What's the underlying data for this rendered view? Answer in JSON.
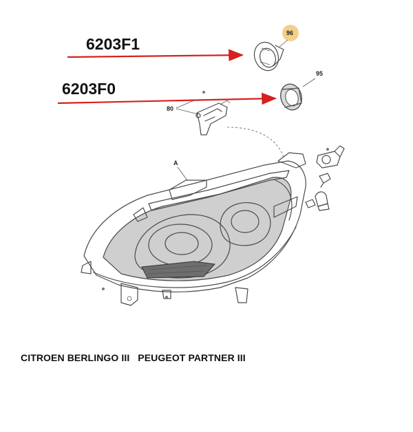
{
  "diagram": {
    "part_codes": {
      "upper": "6203F1",
      "lower": "6203F0"
    },
    "callouts": {
      "cap_96": "96",
      "ring_95": "95",
      "bracket_80": "80",
      "headlamp_a": "A"
    },
    "caption": "CITROEN BERLINGO III   PEUGEOT PARTNER III",
    "colors": {
      "arrow": "#d62020",
      "highlight_96": "#f5cf8a",
      "linework": "#4a4a4a"
    }
  }
}
